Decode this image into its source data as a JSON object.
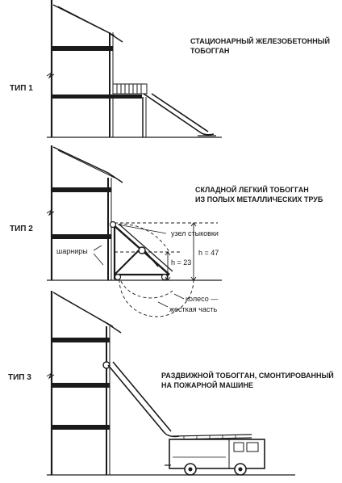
{
  "panels": [
    {
      "type_label": "ТИП 1",
      "caption_lines": [
        "СТАЦИОНАРНЫЙ ЖЕЛЕЗОБЕТОННЫЙ",
        "ТОБОГГАН"
      ]
    },
    {
      "type_label": "ТИП 2",
      "caption_lines": [
        "СКЛАДНОЙ ЛЕГКИЙ ТОБОГГАН",
        "ИЗ ПОЛЫХ МЕТАЛЛИЧЕСКИХ ТРУБ"
      ],
      "annotations": {
        "joint": "узел стыковки",
        "hinges": "шарниры",
        "h_large": "h = 47",
        "h_small": "h = 23",
        "wheel": "колесо —",
        "rigid_part": "жесткая часть"
      }
    },
    {
      "type_label": "ТИП 3",
      "caption_lines": [
        "РАЗДВИЖНОЙ ТОБОГГАН, СМОНТИРОВАННЫЙ",
        "НА ПОЖАРНОЙ МАШИНЕ"
      ]
    }
  ],
  "colors": {
    "ink": "#1a1a1a",
    "paper": "#ffffff"
  }
}
